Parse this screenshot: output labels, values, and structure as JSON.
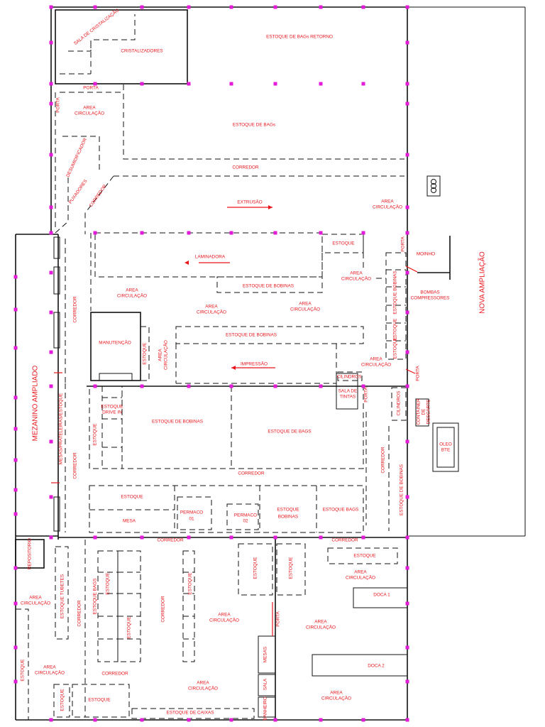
{
  "labels": {
    "sala_cristalizacao": "SALA DE CRISTALIZAÇÃO",
    "cristalizadores": "CRISTALIZADORES",
    "estoque_bags_retorno": "ESTOQUE DE BAGs RETORNO",
    "porta": "PORTA",
    "area_circulacao": "AREA CIRCULAÇÃO",
    "estoque_bags": "ESTOQUE DE BAGs",
    "desumidificador": "DESUMIDIFICADOR",
    "corredor": "CORREDOR",
    "puxadores": "PUXADORES",
    "extrusao": "EXTRUSÃO",
    "estoque": "ESTOQUE",
    "moinho": "MOINHO",
    "laminadora": "LAMINADORA",
    "estoque_bobinas": "ESTOQUE DE BOBINAS",
    "bombas_compressores": "BOMBAS COMPRESSORES",
    "nova_ampliacao": "NOVA AMPLIAÇÃO",
    "estoque_bobinas_vert": "ESTOQUE BOBINAS",
    "manutencao": "MANUTENÇÃO",
    "impressao": "IMPRESSÃO",
    "cilindros": "CILINDROS",
    "sala_tintas": "SALA DE TINTAS",
    "mezanino": "MEZANINO AMPLIADO",
    "estoque_drive_in": "ESTOQUE DRIVE IN",
    "estoque_de_bags": "ESTOQUE DE BAGS",
    "container_descarte": "CONTAINER DE DESCARTE",
    "oleo_bte": "OLEO BTE",
    "mesas_prateleiras": "MESAS/PRATELEIRAS/ESTOQUE",
    "mesa": "MESA",
    "permaco_01": "PERMACO 01",
    "permaco_02": "PERMACO 02",
    "estoque_bags_short": "ESTOQUE BAGS",
    "repositorio": "REPOSITORIO",
    "estoque_tubetes": "ESTOQUE TUBETES",
    "doca_1": "DOCA 1",
    "doca_2": "DOCA 2",
    "mesas": "MESAS",
    "sala": "SALA",
    "estoque_caixas": "ESTOQUE DE CAIXAS",
    "banheiro": "BANHEIRO"
  },
  "colors": {
    "label": "#e8151b",
    "wall": "#111111",
    "column": "#e21bd8"
  }
}
